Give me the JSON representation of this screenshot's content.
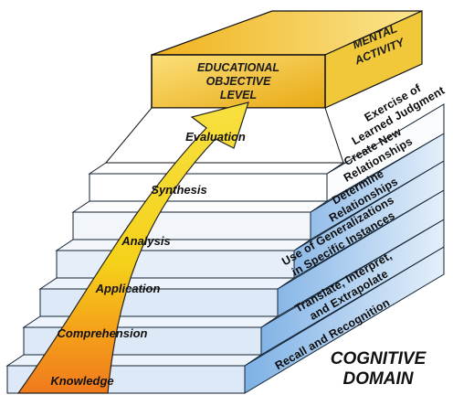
{
  "header": {
    "left": [
      "EDUCATIONAL",
      "OBJECTIVE",
      "LEVEL"
    ],
    "right": [
      "MENTAL",
      "ACTIVITY"
    ]
  },
  "levels": [
    {
      "label": "Knowledge",
      "activity": [
        "Recall and Recognition"
      ]
    },
    {
      "label": "Comprehension",
      "activity": [
        "Translate, Interpret,",
        "and Extrapolate"
      ]
    },
    {
      "label": "Application",
      "activity": [
        "Use of Generalizations",
        "in Specific Instances"
      ]
    },
    {
      "label": "Analysis",
      "activity": [
        "Determine",
        "Relationships"
      ]
    },
    {
      "label": "Synthesis",
      "activity": [
        "Create New",
        "Relationships"
      ]
    },
    {
      "label": "Evaluation",
      "activity": [
        "Exercise of",
        "Learned Judgment"
      ]
    }
  ],
  "domain": [
    "COGNITIVE",
    "DOMAIN"
  ],
  "colors": {
    "top_face": "#f3c21e",
    "top_side": "#f0c536",
    "arrow": "#f5d21a",
    "arrow_base": "#f07a1c",
    "step_side_dark": "#3a7fd0",
    "step_side_light": "#cfe3f7"
  }
}
